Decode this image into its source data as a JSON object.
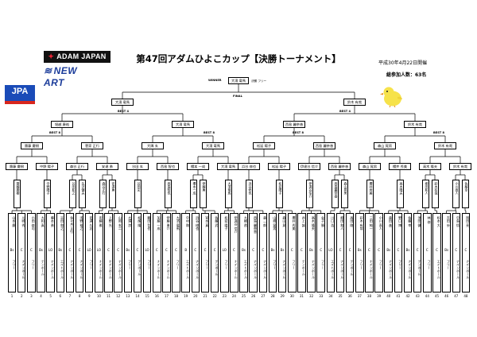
{
  "header": {
    "title": "第47回アダムひよこカップ【決勝トーナメント】",
    "date": "平成30年4月22日開催",
    "total": "総参加人数：63名",
    "logos": {
      "adam": "ADAM JAPAN",
      "newart": "NEW ART",
      "jpa": "JPA"
    }
  },
  "bracket": {
    "winner_label": "WINNER",
    "winner": "大濱 竜馬",
    "winner_note": "決勝 フリー",
    "final_label": "FINAL",
    "best4_label": "BEST 4",
    "best8_label": "BEST 8",
    "best4": [
      "大濱 竜馬",
      "鈴木 有哉"
    ],
    "best8": [
      "堀越 康裕",
      "大濱 竜馬",
      "西島 麗奈香",
      "鈴木 有哉"
    ],
    "best16": [
      "齋藤 慶樹",
      "菅家 正行",
      "大隅 玄",
      "大濱 竜馬",
      "松延 陽子",
      "西島 麗奈香",
      "森山 晃男",
      "鈴木 有哉"
    ],
    "best32": [
      "齋藤 慶樹",
      "中野 陽子",
      "森谷 正行",
      "安達 勇",
      "谷田 玄",
      "西島 智也",
      "櫻本 一成",
      "大濱 竜馬",
      "浜谷 修也",
      "松延 陽子",
      "伊達谷 信介",
      "西島 麗奈香",
      "森山 晃男",
      "櫻井 秀美",
      "高木 隆夫",
      "鈴木 有哉"
    ],
    "r1": [
      "齋藤慶樹",
      "中野陽子",
      "谷田和之",
      "矢沢健夫",
      "森谷正行",
      "安達勇",
      "谷田玄",
      "西島智也",
      "櫻本一成",
      "伊藤勇",
      "大濱竜馬",
      "浜谷修也",
      "松延陽子",
      "伊達谷信介",
      "西島麗奈香",
      "森山晃男",
      "櫻井秀美",
      "高木隆夫",
      "柳田和人",
      "鈴木有哉",
      "小川直人",
      "佐藤幸"
    ],
    "players": [
      "山本 慶",
      "川崎 秀",
      "小田 修司",
      "大和 真",
      "藤本 勇",
      "谷田 和之",
      "佐々木 正行",
      "浅野 裕之",
      "安達 久志",
      "安藤 雅",
      "上野 光",
      "山岡 玄二",
      "大澤 渉",
      "松尾 隆",
      "鶴田 哲也",
      "加藤 一成",
      "伊藤 勇介",
      "大濱 竜馬",
      "中村 剛",
      "浜谷 修也",
      "宮本 真",
      "佐藤 武",
      "松延 陽子",
      "伊達谷 信介",
      "大橋 透",
      "西島 麗奈香",
      "森 一郎",
      "山崎 晃男",
      "森山 晃",
      "櫻井 秀美",
      "井上 誠",
      "高木 隆夫",
      "金子 勝",
      "川口 浩",
      "柳田 和人",
      "高田 剛",
      "鈴木 有哉",
      "三田 純一",
      "小川 直人",
      "森田 進",
      "野口 博",
      "佐藤 幸",
      "池田 健",
      "林 修",
      "松本 大",
      "吉田 歩",
      "中島 悟",
      "岡田 亮"
    ],
    "classes": [
      "Bs",
      "C",
      "C",
      "Bs",
      "LO",
      "Bs",
      "C",
      "C",
      "LO",
      "LO",
      "C",
      "C",
      "Bs",
      "C",
      "LO",
      "C",
      "C",
      "C",
      "B",
      "C",
      "C",
      "C",
      "LO",
      "C",
      "Bs",
      "C",
      "C",
      "Bs",
      "Bs",
      "C",
      "C",
      "Bs",
      "C",
      "LO",
      "C",
      "C",
      "Bs",
      "C",
      "C",
      "Bs",
      "C",
      "Bs",
      "C",
      "C",
      "C",
      "Bs",
      "C",
      "C"
    ],
    "games": [
      "フリー",
      "ナインボール",
      "フリー",
      "テンボール",
      "ナインボール",
      "エイトボール",
      "ナインボール",
      "ナインボール",
      "フリー",
      "ナインボール",
      "ナインボール",
      "ナインボール",
      "フリー",
      "テンボール",
      "フリー",
      "ナインボール",
      "ナインボール",
      "フリー",
      "エイトボール",
      "ナインボール",
      "フリー",
      "テンボール",
      "フリー",
      "ナインボール",
      "エイトボール",
      "ナインボール",
      "ナインボール",
      "フリー",
      "ナインボール",
      "フリー",
      "テンボール",
      "ナインボール",
      "フリー",
      "エイトボール",
      "ナインボール",
      "テンボール",
      "フリー",
      "ナインボール",
      "フリー",
      "ナインボール",
      "フリー",
      "ナインボール",
      "テンボール",
      "フリー",
      "エイトボール",
      "フリー",
      "ナインボール",
      "ナインボール"
    ]
  }
}
